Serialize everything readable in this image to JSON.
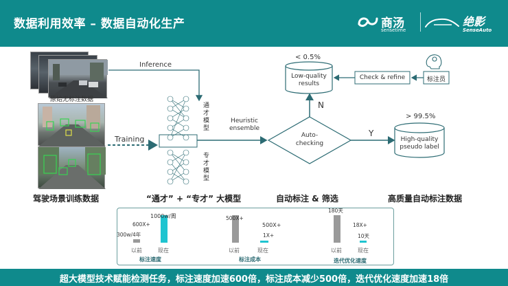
{
  "header": {
    "title": "数据利用效率 – 数据自动化生产",
    "logo_sensetime_name": "商汤",
    "logo_sensetime_sub": "sensetime",
    "logo_senseauto_name": "绝影",
    "logo_senseauto_sub": "SenseAuto"
  },
  "inputs": {
    "unlabeled_caption": "原始无标注数据",
    "driving_caption": "驾驶场景训练数据"
  },
  "flow": {
    "inference": "Inference",
    "training": "Training",
    "general_model": "通才模型",
    "specialist_model": "专才模型",
    "model_caption": "“通才” + “专才” 大模型",
    "heuristic": "Heuristic ensemble",
    "auto_checking": "Auto-checking",
    "auto_caption": "自动标注 & 筛选",
    "n_label": "N",
    "y_label": "Y",
    "lowq_percent": "< 0.5%",
    "lowq_results": "Low-quality results",
    "check_refine": "Check & refine",
    "annotator": "标注员",
    "highq_percent": "> 99.5%",
    "highq_label": "High-quality pseudo label",
    "highq_caption": "高质量自动标注数据"
  },
  "metrics": [
    {
      "title": "标注速度",
      "before_label": "以前",
      "after_label": "现在",
      "before_value": "300w/4年",
      "after_value": "1000w/周",
      "factor": "600X+",
      "before_ratio": 0.12,
      "after_ratio": 1.0
    },
    {
      "title": "标注成本",
      "before_label": "以前",
      "after_label": "现在",
      "before_value": "500X+",
      "after_value": "1X+",
      "factor": "500X+",
      "before_ratio": 1.0,
      "after_ratio": 0.06
    },
    {
      "title": "迭代优化速度",
      "before_label": "以前",
      "after_label": "现在",
      "before_value": "180天",
      "after_value": "10天",
      "factor": "18X+",
      "before_ratio": 1.0,
      "after_ratio": 0.06
    }
  ],
  "footer": {
    "text": "超大模型技术赋能检测任务，标注速度加速600倍，标注成本减少500倍，迭代优化速度加速18倍"
  },
  "colors": {
    "teal": "#0f8a8c",
    "accent_cyan": "#1fc4d0",
    "bar_gray": "#9a9a9a",
    "diagram_line": "#2c6b73"
  }
}
